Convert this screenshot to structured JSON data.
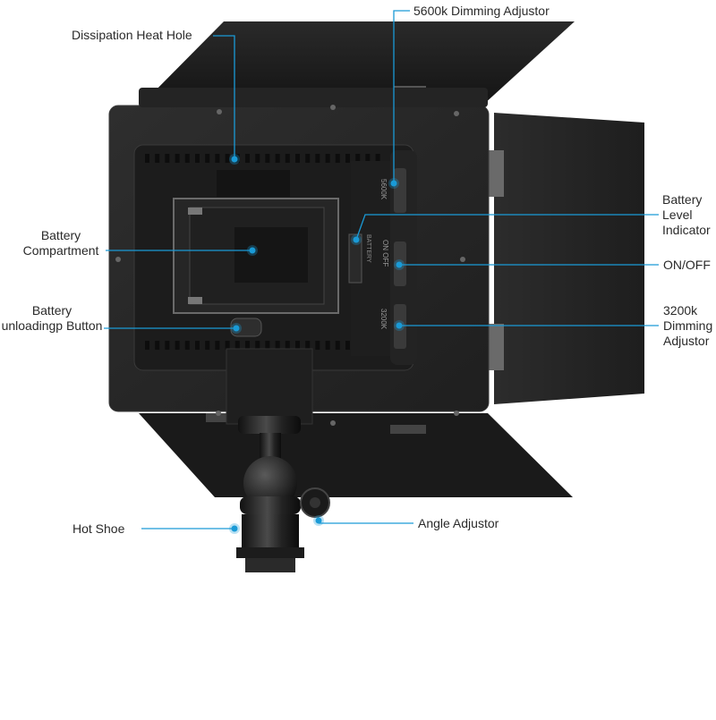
{
  "colors": {
    "callout": "#1a9ad6",
    "panel": "#262626",
    "panel_dark": "#1c1c1c",
    "background": "#ffffff",
    "label_text": "#2a2a2a"
  },
  "callouts": {
    "dissipation_heat_hole": "Dissipation Heat Hole",
    "dimming_5600k": "5600k Dimming Adjustor",
    "battery_compartment": [
      "Battery",
      "Compartment"
    ],
    "battery_level_indicator": [
      "Battery",
      "Level",
      "Indicator"
    ],
    "on_off": "ON/OFF",
    "battery_unloading_button": [
      "Battery",
      "unloadingp Button"
    ],
    "dimming_3200k": [
      "3200k",
      "Dimming",
      "Adjustor"
    ],
    "hot_shoe": "Hot Shoe",
    "angle_adjustor": "Angle Adjustor"
  },
  "device_markings": {
    "marking_5600k": "5600K",
    "marking_on_off": "ON OFF",
    "marking_battery": "BATTERY"
  }
}
